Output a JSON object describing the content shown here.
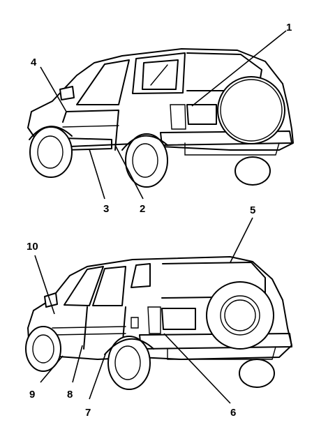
{
  "callouts": {
    "top": [
      "1",
      "2",
      "3",
      "4"
    ],
    "bottom": [
      "5",
      "6",
      "7",
      "8",
      "9",
      "10"
    ]
  }
}
